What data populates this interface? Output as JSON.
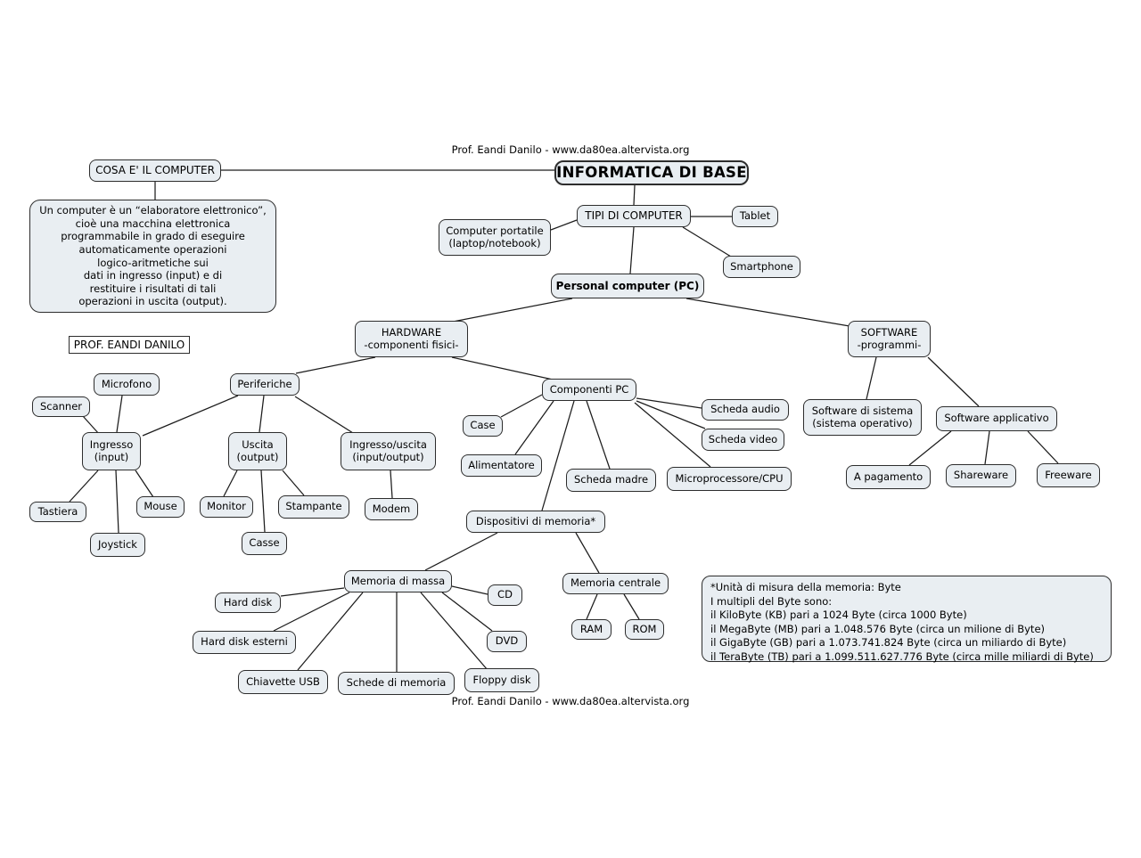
{
  "meta": {
    "credit_top": "Prof. Eandi Danilo - www.da80ea.altervista.org",
    "credit_bottom": "Prof. Eandi Danilo - www.da80ea.altervista.org"
  },
  "colors": {
    "node_fill": "#e9eef2",
    "node_border": "#2d2d2d",
    "line_color": "#1c1c1c",
    "background": "#ffffff"
  },
  "nodes": {
    "cosa": {
      "label": "COSA E' IL COMPUTER"
    },
    "title": {
      "label": "INFORMATICA DI BASE"
    },
    "prof": {
      "label": "PROF. EANDI DANILO"
    },
    "tipi": {
      "label": "TIPI DI COMPUTER"
    },
    "tablet": {
      "label": "Tablet"
    },
    "portatile": {
      "lines": [
        "Computer portatile",
        "(laptop/notebook)"
      ]
    },
    "smartphone": {
      "label": "Smartphone"
    },
    "pc": {
      "label": "Personal computer (PC)"
    },
    "hardware": {
      "lines": [
        "HARDWARE",
        "-componenti fisici-"
      ]
    },
    "software": {
      "lines": [
        "SOFTWARE",
        "-programmi-"
      ]
    },
    "periferiche": {
      "label": "Periferiche"
    },
    "microfono": {
      "label": "Microfono"
    },
    "scanner": {
      "label": "Scanner"
    },
    "ingresso": {
      "lines": [
        "Ingresso",
        "(input)"
      ]
    },
    "uscita": {
      "lines": [
        "Uscita",
        "(output)"
      ]
    },
    "ingresso_uscita": {
      "lines": [
        "Ingresso/uscita",
        "(input/output)"
      ]
    },
    "tastiera": {
      "label": "Tastiera"
    },
    "mouse": {
      "label": "Mouse"
    },
    "joystick": {
      "label": "Joystick"
    },
    "monitor": {
      "label": "Monitor"
    },
    "stampante": {
      "label": "Stampante"
    },
    "casse": {
      "label": "Casse"
    },
    "modem": {
      "label": "Modem"
    },
    "componenti_pc": {
      "label": "Componenti PC"
    },
    "case": {
      "label": "Case"
    },
    "alimentatore": {
      "label": "Alimentatore"
    },
    "scheda_madre": {
      "label": "Scheda madre"
    },
    "scheda_audio": {
      "label": "Scheda audio"
    },
    "scheda_video": {
      "label": "Scheda video"
    },
    "cpu": {
      "label": "Microprocessore/CPU"
    },
    "dispositivi": {
      "label": "Dispositivi di memoria*"
    },
    "sw_sistema": {
      "lines": [
        "Software di sistema",
        "(sistema operativo)"
      ]
    },
    "sw_applicativo": {
      "label": "Software applicativo"
    },
    "a_pagamento": {
      "label": "A pagamento"
    },
    "shareware": {
      "label": "Shareware"
    },
    "freeware": {
      "label": "Freeware"
    },
    "memoria_massa": {
      "label": "Memoria di massa"
    },
    "hard_disk": {
      "label": "Hard disk"
    },
    "hd_esterni": {
      "label": "Hard disk esterni"
    },
    "chiavette_usb": {
      "label": "Chiavette USB"
    },
    "schede_memoria": {
      "label": "Schede di memoria"
    },
    "floppy": {
      "label": "Floppy disk"
    },
    "cd": {
      "label": "CD"
    },
    "dvd": {
      "label": "DVD"
    },
    "memoria_centrale": {
      "label": "Memoria centrale"
    },
    "ram": {
      "label": "RAM"
    },
    "rom": {
      "label": "ROM"
    }
  },
  "definition": {
    "lines": [
      "Un computer è un “elaboratore elettronico”,",
      "cioè una macchina elettronica",
      "programmabile in grado di eseguire",
      "automaticamente operazioni",
      "logico-aritmetiche sui",
      "dati in ingresso (input) e di",
      "restituire i risultati di tali",
      "operazioni in uscita (output)."
    ]
  },
  "byte_note": {
    "lines": [
      "*Unità di misura della memoria: Byte",
      "I multipli del Byte sono:",
      "il KiloByte (KB) pari a 1024 Byte (circa 1000 Byte)",
      "il MegaByte (MB) pari a 1.048.576 Byte (circa un milione di Byte)",
      "il GigaByte (GB) pari a 1.073.741.824 Byte (circa un miliardo di Byte)",
      "il TeraByte (TB) pari a 1.099.511.627.776 Byte (circa mille miliardi di Byte)"
    ]
  }
}
